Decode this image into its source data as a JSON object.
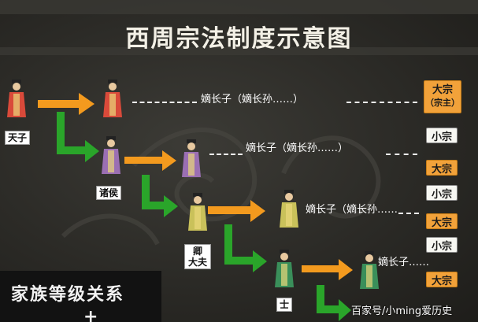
{
  "title": "西周宗法制度示意图",
  "ranks": {
    "tianzi": "天子",
    "zhuhou": "诸侯",
    "qing": "卿",
    "dafu": "大夫",
    "shi": "士"
  },
  "chains": [
    "嫡长子（嫡长孙……）",
    "嫡长子（嫡长孙……）",
    "嫡长子（嫡长孙……",
    "嫡长子……"
  ],
  "zong_boxes": {
    "dazong": "大宗",
    "zongzhu": "（宗主）",
    "xiaozong": "小宗"
  },
  "footer": {
    "text": "家族等级关系",
    "plus": "+"
  },
  "watermark": "百家号/小ming爱历史",
  "colors": {
    "orange_arrow": "#f39a1e",
    "green_arrow": "#2aa52a",
    "dazong_fill": "#f2a23a",
    "background": "#2a2a27"
  },
  "icons": {
    "figure": "ancient-official-figure-icon"
  }
}
